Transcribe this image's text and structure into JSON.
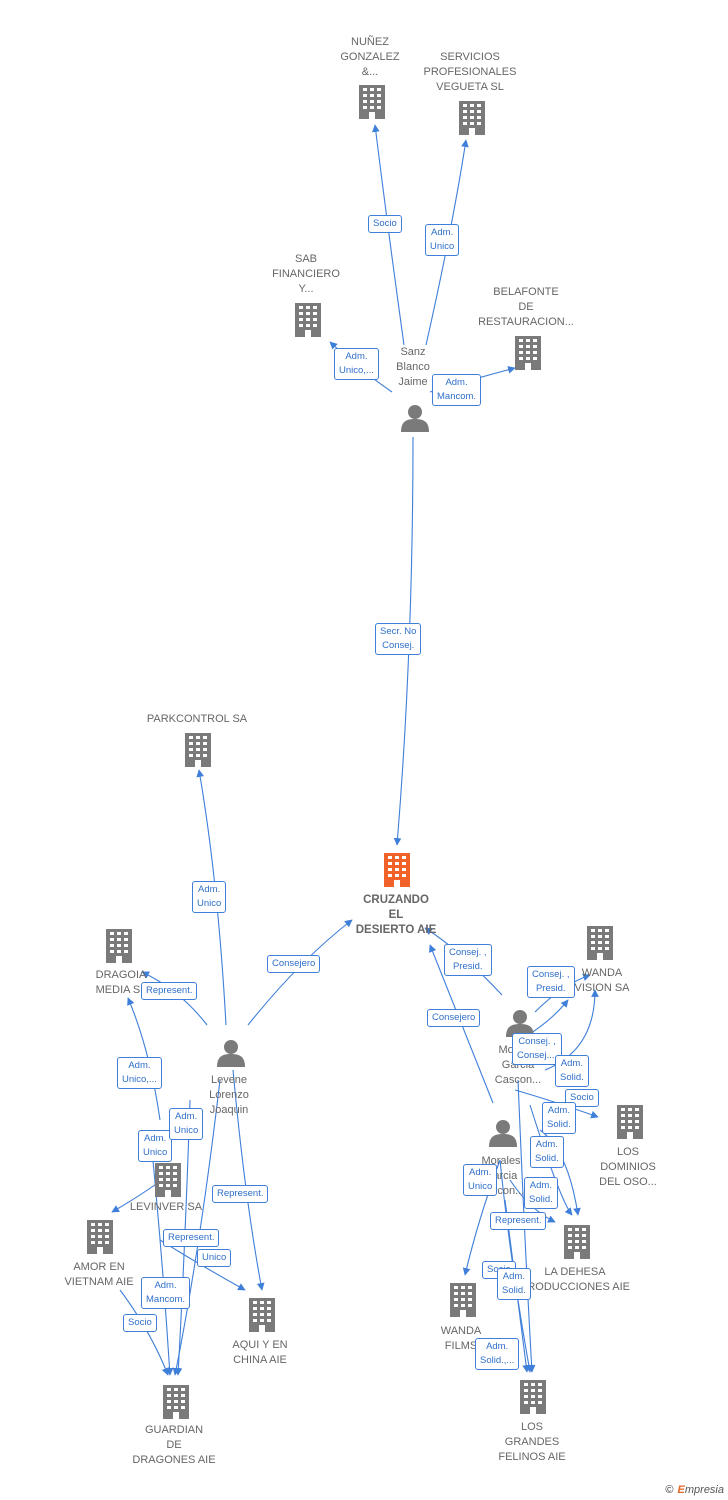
{
  "colors": {
    "edge": "#3f7fd9",
    "node_icon": "#7a7a7a",
    "main_icon": "#f0622a"
  },
  "nodes": [
    {
      "id": "nunez",
      "label": "NUÑEZ\nGONZALEZ\n&...",
      "type": "company"
    },
    {
      "id": "servicios",
      "label": "SERVICIOS\nPROFESIONALES\nVEGUETA  SL",
      "type": "company"
    },
    {
      "id": "sab",
      "label": "SAB\nFINANCIERO\nY...",
      "type": "company"
    },
    {
      "id": "belafonte",
      "label": "BELAFONTE\nDE\nRESTAURACION...",
      "type": "company"
    },
    {
      "id": "sanz",
      "label": "Sanz\nBlanco\nJaime",
      "type": "person"
    },
    {
      "id": "parkcontrol",
      "label": "PARKCONTROL SA",
      "type": "company"
    },
    {
      "id": "cruzando",
      "label": "CRUZANDO\nEL\nDESIERTO AIE",
      "type": "main"
    },
    {
      "id": "dragoia",
      "label": "DRAGOIA\nMEDIA  SL",
      "type": "company"
    },
    {
      "id": "wanda_vision",
      "label": "WANDA\nVISION SA",
      "type": "company"
    },
    {
      "id": "levene",
      "label": "Levene\nLorenzo\nJoaquin",
      "type": "person"
    },
    {
      "id": "morales1",
      "label": "Morales\nGarcia\nCascon...",
      "type": "person"
    },
    {
      "id": "morales2",
      "label": "Morales\nGarcia\nCascon...",
      "type": "person"
    },
    {
      "id": "dominios",
      "label": "LOS\nDOMINIOS\nDEL OSO...",
      "type": "company"
    },
    {
      "id": "levinver",
      "label": "LEVINVER SA",
      "type": "company"
    },
    {
      "id": "amor",
      "label": "AMOR EN\nVIETNAM AIE",
      "type": "company"
    },
    {
      "id": "dehesa",
      "label": "LA DEHESA\nPRODUCCIONES AIE",
      "type": "company"
    },
    {
      "id": "aqui",
      "label": "AQUI Y EN\nCHINA AIE",
      "type": "company"
    },
    {
      "id": "wanda_films",
      "label": "WANDA\nFILMS",
      "type": "company"
    },
    {
      "id": "guardian",
      "label": "GUARDIAN\nDE\nDRAGONES AIE",
      "type": "company"
    },
    {
      "id": "felinos",
      "label": "LOS\nGRANDES\nFELINOS AIE",
      "type": "company"
    }
  ],
  "edge_labels": [
    "Socio",
    "Adm.\nUnico",
    "Adm.\nUnico,...",
    "Adm.\nMancom.",
    "Secr.  No\nConsej.",
    "Adm.\nUnico",
    "Consejero",
    "Represent.",
    "Adm.\nUnico,...",
    "Adm.\nUnico",
    "Adm.\nUnico",
    "Represent.",
    "Represent.",
    "Unico",
    "Adm.\nMancom.",
    "Socio",
    "Consej. ,\nPresid.",
    "Consejero",
    "Consej. ,\nPresid.",
    "Consej. ,\nConsej....",
    "Adm.\nSolid.",
    "Socio",
    "Adm.\nSolid.",
    "Adm.\nSolid.",
    "Adm.\nUnico",
    "Adm.\nSolid.",
    "Represent.",
    "Socio",
    "Adm.\nSolid.",
    "Adm.\nSolid.,..."
  ],
  "footer": {
    "copyright": "©",
    "brand_first": "E",
    "brand_rest": "mpresia"
  }
}
